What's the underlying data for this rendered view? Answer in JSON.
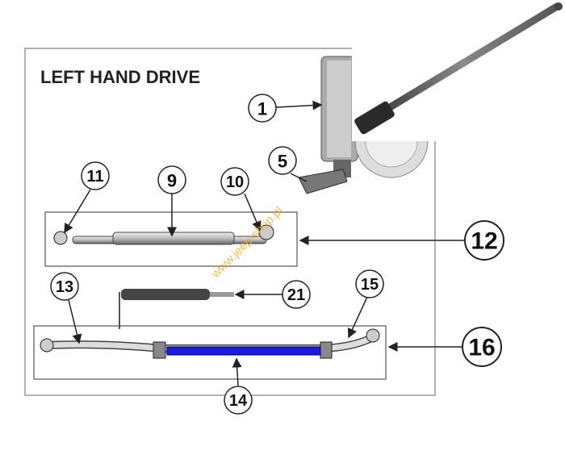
{
  "diagram": {
    "title": "LEFT HAND DRIVE",
    "watermark": "www.jeep-shop.pl",
    "callouts": {
      "c1": "1",
      "c5": "5",
      "c9": "9",
      "c10": "10",
      "c11": "11",
      "c12": "12",
      "c13": "13",
      "c14": "14",
      "c15": "15",
      "c16": "16",
      "c21": "21"
    },
    "colors": {
      "highlight": "#1a1ae6",
      "line": "#333333"
    }
  }
}
